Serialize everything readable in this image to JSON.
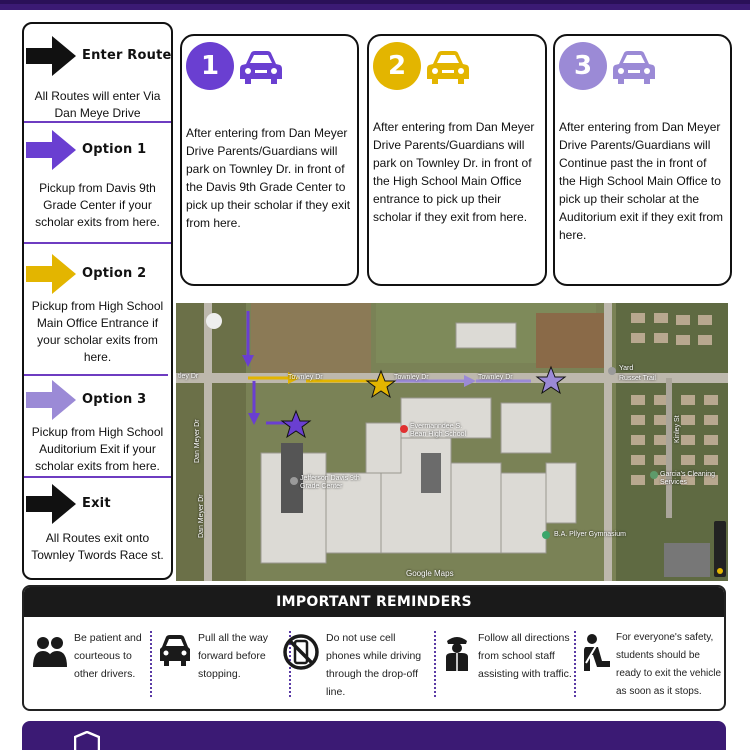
{
  "routes": [
    {
      "title": "Enter Route",
      "desc": "All  Routes will enter Via Dan Meye Drive",
      "color": "#111111"
    },
    {
      "title": "Option 1",
      "desc": "Pickup from Davis 9th Grade Center if your scholar exits from here.",
      "color": "#6a3fd1"
    },
    {
      "title": "Option 2",
      "desc": "Pickup from High School Main Office Entrance if your scholar exits from here.",
      "color": "#e3b500"
    },
    {
      "title": "Option 3",
      "desc": "Pickup from High School Auditorium Exit if your scholar exits from here.",
      "color": "#9b8ad6"
    },
    {
      "title": "Exit",
      "desc": "All  Routes exit onto Townley Twords Race st.",
      "color": "#111111"
    }
  ],
  "options": [
    {
      "number": "1",
      "color": "#6a3fd1",
      "text": "After entering from Dan Meyer Drive Parents/Guardians will park on Townley Dr. in front of the Davis 9th Grade Center to pick up their scholar if they exit from here."
    },
    {
      "number": "2",
      "color": "#e3b500",
      "text": "After entering from Dan Meyer Drive Parents/Guardians will park on Townley Dr. in front of the High School Main Office entrance to pick up their scholar if they exit from here."
    },
    {
      "number": "3",
      "color": "#9b8ad6",
      "text": "After entering from Dan Meyer Drive Parents/Guardians will Continue past the in front of the High School Main Office to pick up their scholar at the Auditorium exit if they exit from here."
    }
  ],
  "map": {
    "labels": {
      "dan_meyer_dr_1": "Dan Meyer Dr",
      "dan_meyer_dr_2": "Dan Meyer Dr",
      "townley_dr_1": "Townley Dr",
      "townley_dr_2": "Townley Dr",
      "townley_dr_3": "Townley Dr",
      "yard": "Yard",
      "russet_trail": "Russet Trail",
      "high_school": "Evermanndee S. Bean High School",
      "davis_center": "Jefferson Davis 9th Grade Center",
      "gym": "B.A. Pllyer Gymnasium",
      "cleaning": "Garcia's Cleaning Services",
      "google": "Google Maps",
      "road_left": "tley Dr",
      "road_right": "Kinley St"
    }
  },
  "reminders": {
    "title": "IMPORTANT REMINDERS",
    "items": [
      {
        "icon": "people-icon",
        "text": "Be patient and courteous to other drivers."
      },
      {
        "icon": "car-front-icon",
        "text": "Pull all the way forward before stopping."
      },
      {
        "icon": "no-phone-icon",
        "text": "Do not use cell phones while driving through the drop-off line."
      },
      {
        "icon": "officer-icon",
        "text": "Follow all directions from school staff assisting with traffic."
      },
      {
        "icon": "seatbelt-icon",
        "text": "For everyone's safety, students should be ready to exit the vehicle as soon as it stops."
      }
    ]
  },
  "colors": {
    "brand_purple": "#3b1a74",
    "option1": "#6a3fd1",
    "option2": "#e3b500",
    "option3": "#9b8ad6"
  }
}
